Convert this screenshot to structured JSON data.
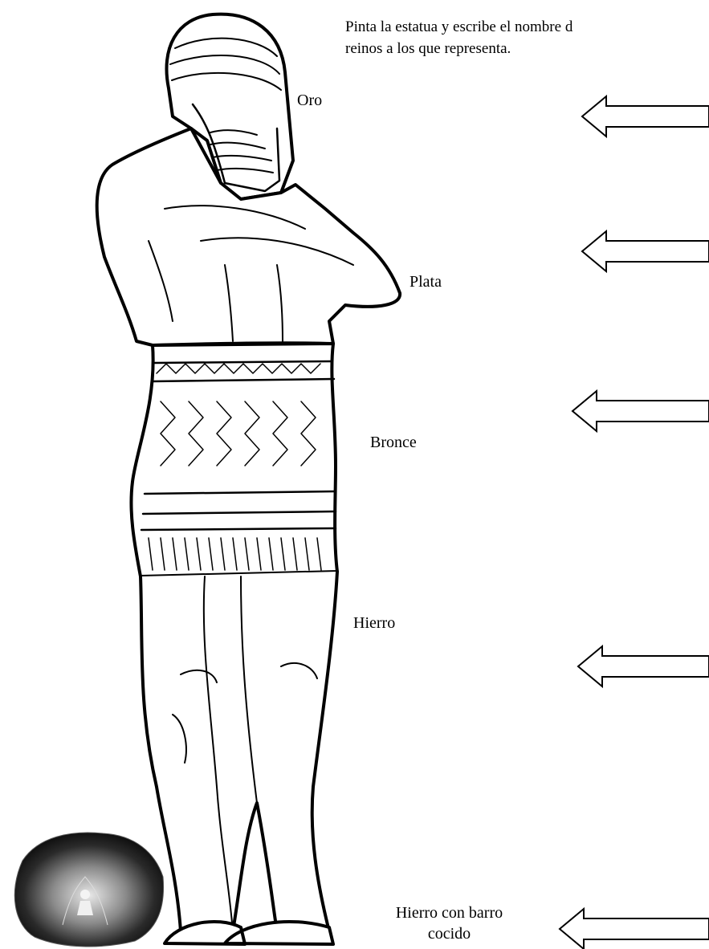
{
  "instructions": {
    "line1": "Pinta la estatua  y escribe  el nombre d",
    "line2": "reinos a los que representa."
  },
  "labels": {
    "oro": "Oro",
    "plata": "Plata",
    "bronce": "Bronce",
    "hierro": "Hierro",
    "barro_line1": "Hierro con barro",
    "barro_line2": "cocido"
  },
  "arrows": [
    "oro",
    "plata",
    "bronce",
    "hierro",
    "barro"
  ],
  "icons": {
    "statue": "statue-illustration",
    "stone": "stone-illustration",
    "arrow": "left-arrow-icon"
  }
}
